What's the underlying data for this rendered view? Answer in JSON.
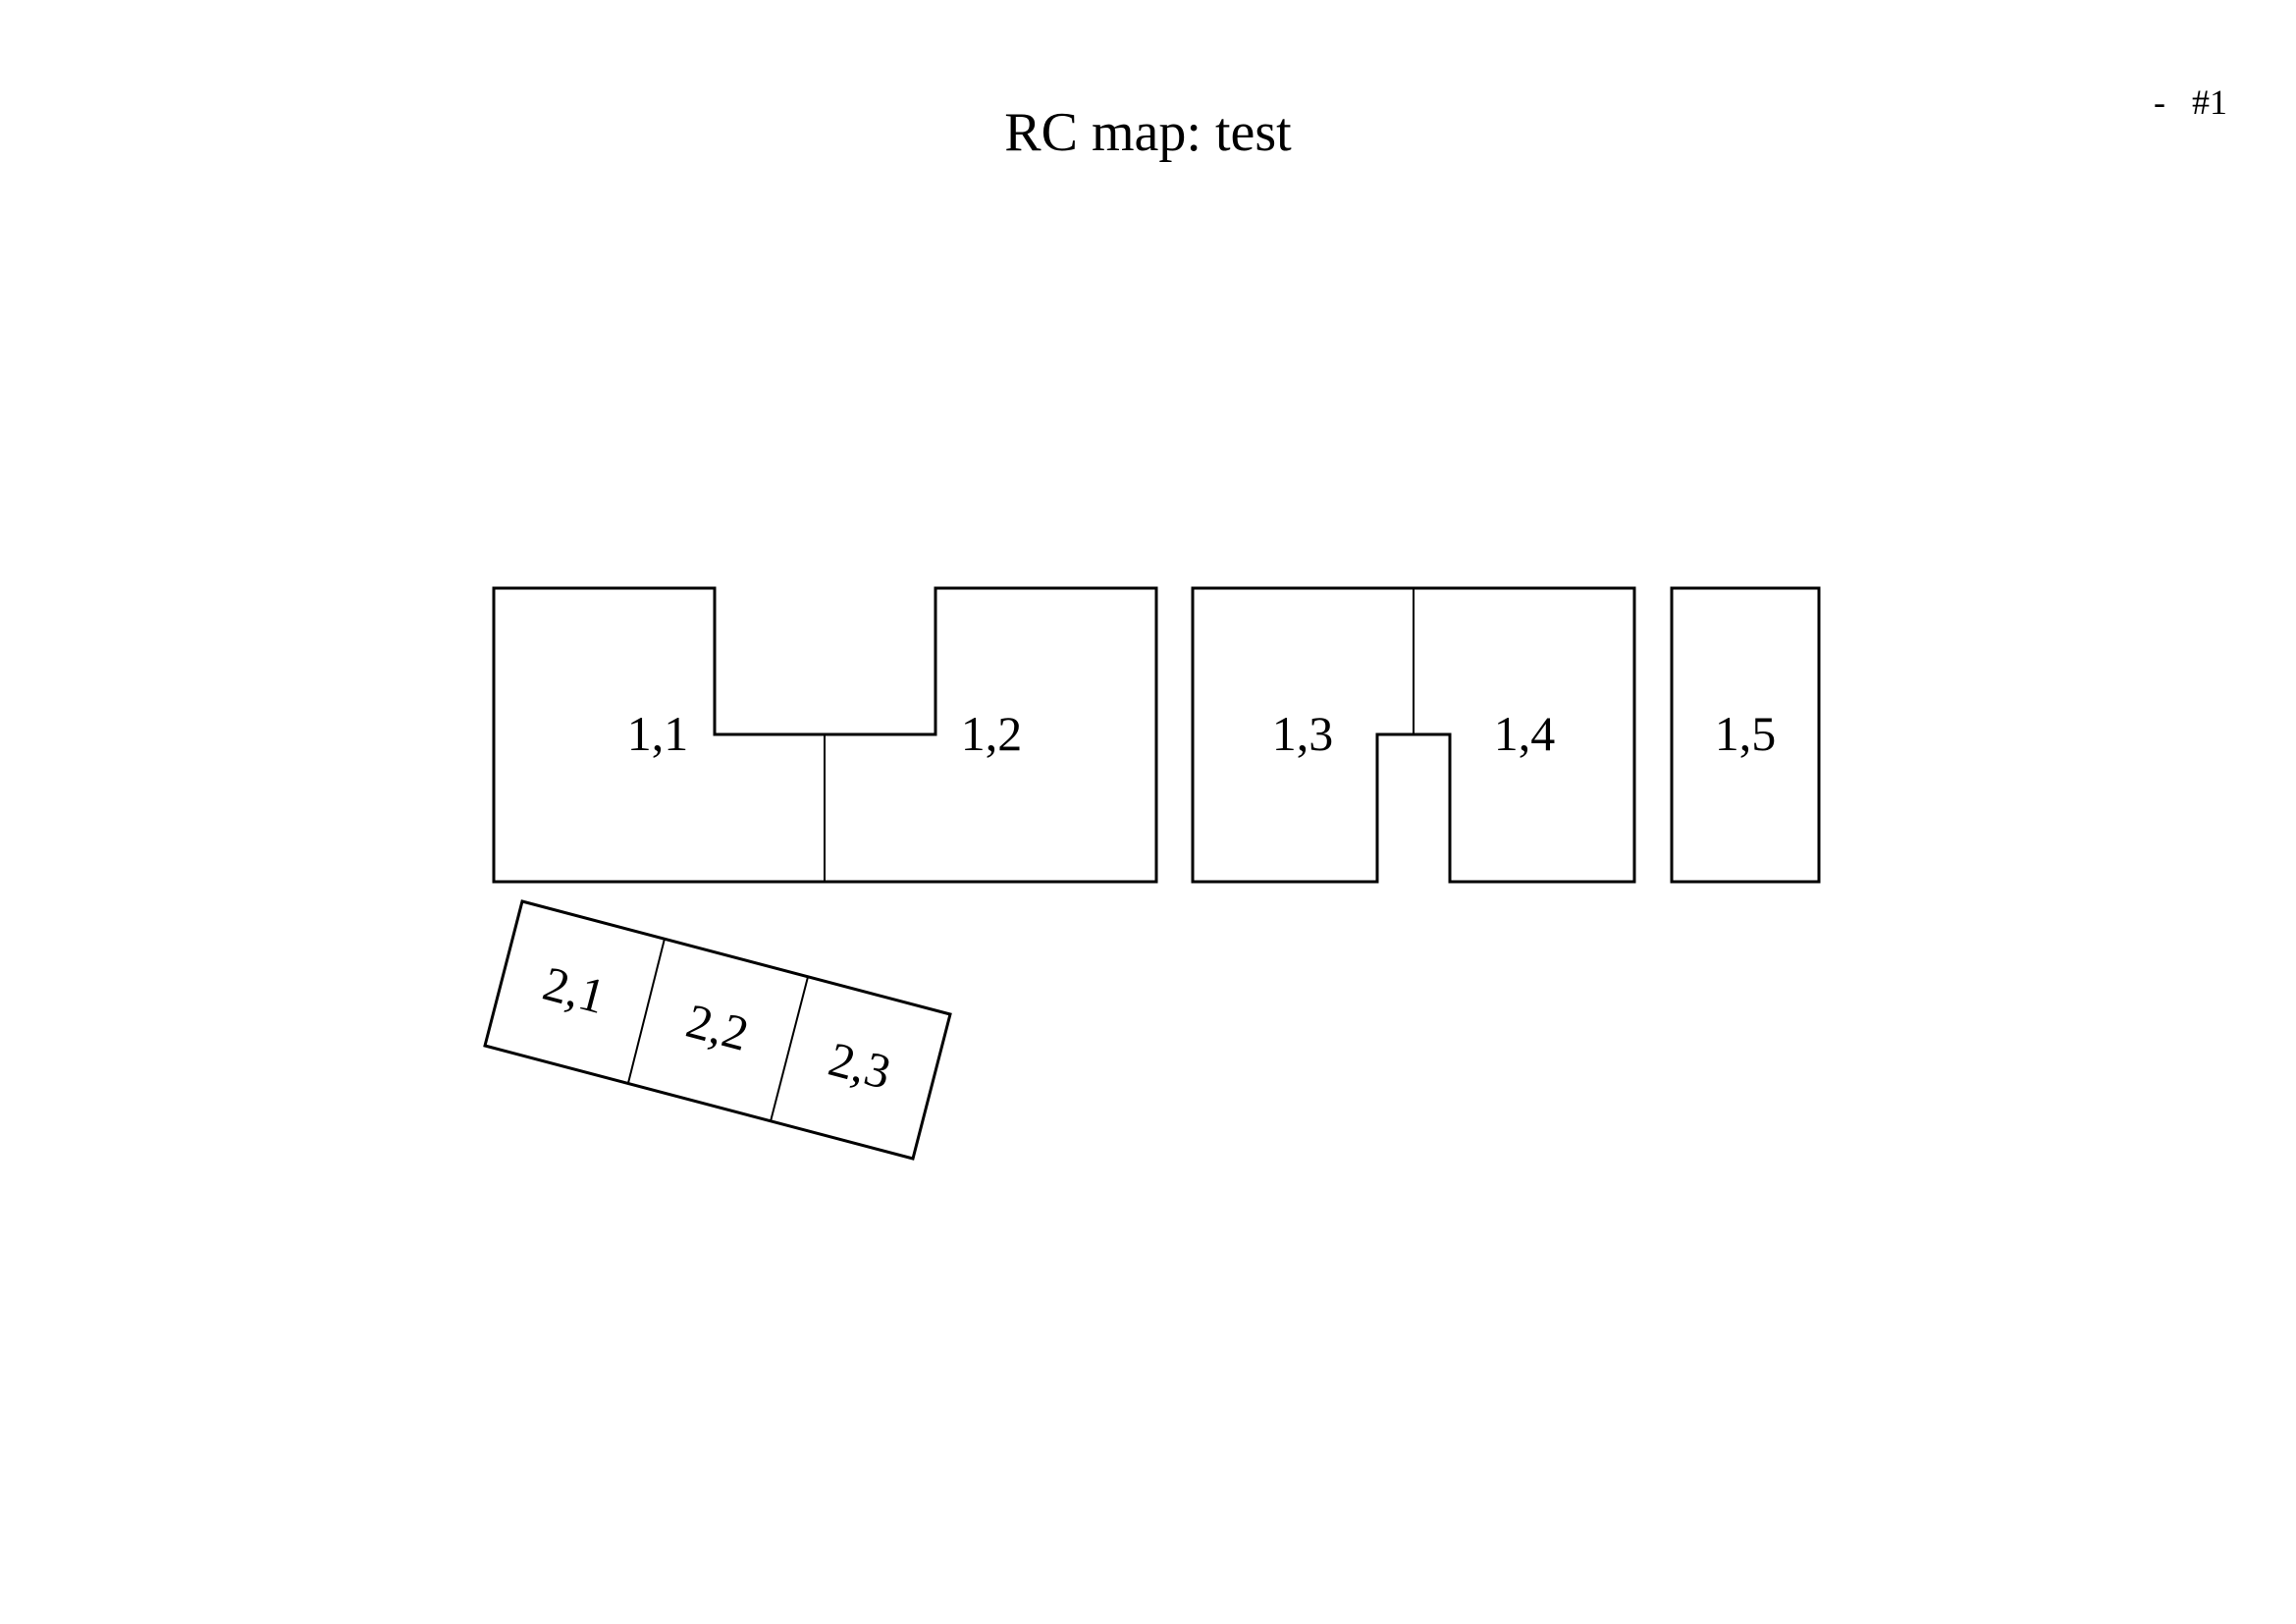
{
  "header": {
    "title": "RC map: test",
    "page_marker": "-   #1"
  },
  "cells": {
    "c11": "1,1",
    "c12": "1,2",
    "c13": "1,3",
    "c14": "1,4",
    "c15": "1,5",
    "c21": "2,1",
    "c22": "2,2",
    "c23": "2,3"
  },
  "colors": {
    "stroke": "#000000",
    "background": "#ffffff"
  }
}
